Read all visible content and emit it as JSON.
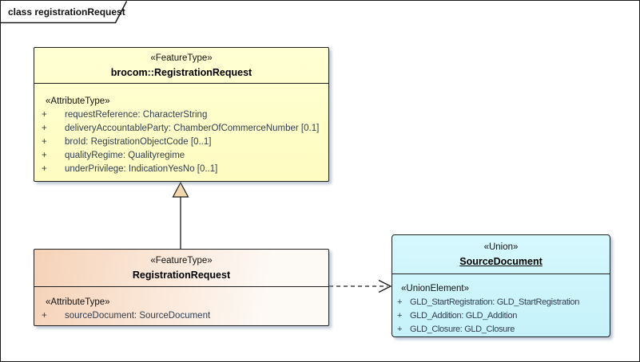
{
  "frame": {
    "label": "class registrationRequest"
  },
  "colors": {
    "feature_type_fill": "#ffffcc",
    "registration_request_fill_left": "#f5d2b7",
    "union_fill": "#c9f4fa",
    "attribute_text": "#303e50",
    "generalization_head_fill": "#f1d7ab",
    "box_border": "#1f1f1f"
  },
  "classes": {
    "brocom": {
      "stereotype": "«FeatureType»",
      "name": "brocom::RegistrationRequest",
      "section_label": "«AttributeType»",
      "attributes": [
        {
          "vis": "+",
          "text": "requestReference: CharacterString"
        },
        {
          "vis": "+",
          "text": "deliveryAccountableParty: ChamberOfCommerceNumber [0.1]"
        },
        {
          "vis": "+",
          "text": "broId: RegistrationObjectCode [0..1]"
        },
        {
          "vis": "+",
          "text": "qualityRegime: Qualityregime"
        },
        {
          "vis": "+",
          "text": "underPrivilege: IndicationYesNo [0..1]"
        }
      ]
    },
    "registration_request": {
      "stereotype": "«FeatureType»",
      "name": "RegistrationRequest",
      "section_label": "«AttributeType»",
      "attributes": [
        {
          "vis": "+",
          "text": "sourceDocument: SourceDocument"
        }
      ]
    },
    "source_document": {
      "stereotype": "«Union»",
      "name": "SourceDocument",
      "section_label": "«UnionElement»",
      "attributes": [
        {
          "vis": "+",
          "text": "GLD_StartRegistration: GLD_StartRegistration"
        },
        {
          "vis": "+",
          "text": "GLD_Addition: GLD_Addition"
        },
        {
          "vis": "+",
          "text": "GLD_Closure: GLD_Closure"
        }
      ]
    }
  },
  "relationships": [
    {
      "type": "generalization",
      "from": "RegistrationRequest",
      "to": "brocom::RegistrationRequest"
    },
    {
      "type": "dependency",
      "from": "RegistrationRequest",
      "to": "SourceDocument"
    }
  ]
}
